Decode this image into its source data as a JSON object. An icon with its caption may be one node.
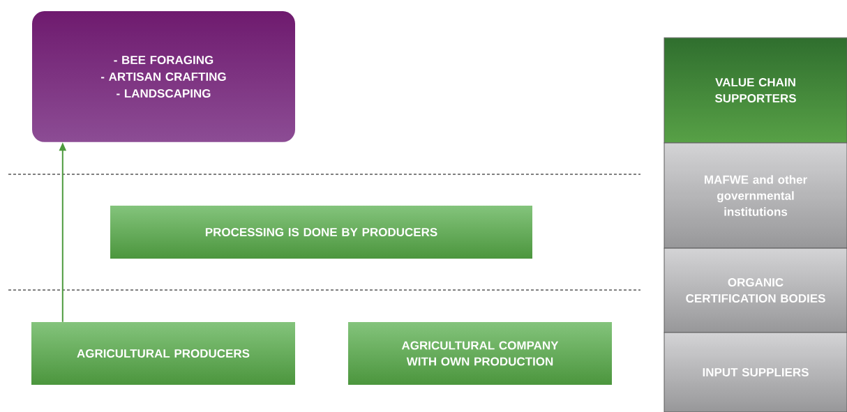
{
  "diagram": {
    "nodes": [
      {
        "text": [
          "- BEE FORAGING",
          "- ARTISAN CRAFTING",
          "- LANDSCAPING"
        ]
      },
      {
        "text": [
          "PROCESSING IS DONE BY PRODUCERS"
        ]
      },
      {
        "text": [
          "AGRICULTURAL PRODUCERS"
        ]
      },
      {
        "text": [
          "AGRICULTURAL COMPANY WITH OWN PRODUCTION"
        ]
      },
      {
        "text": [
          "VALUE CHAIN SUPPORTERS"
        ]
      },
      {
        "text": [
          "MAFWE and other governmental institutions"
        ]
      },
      {
        "text": [
          "ORGANIC CERTIFICATION BODIES"
        ]
      },
      {
        "text": [
          "INPUT SUPPLIERS"
        ]
      }
    ],
    "edges": [
      {
        "from": 2,
        "to": 0,
        "arrow": "to"
      }
    ]
  }
}
